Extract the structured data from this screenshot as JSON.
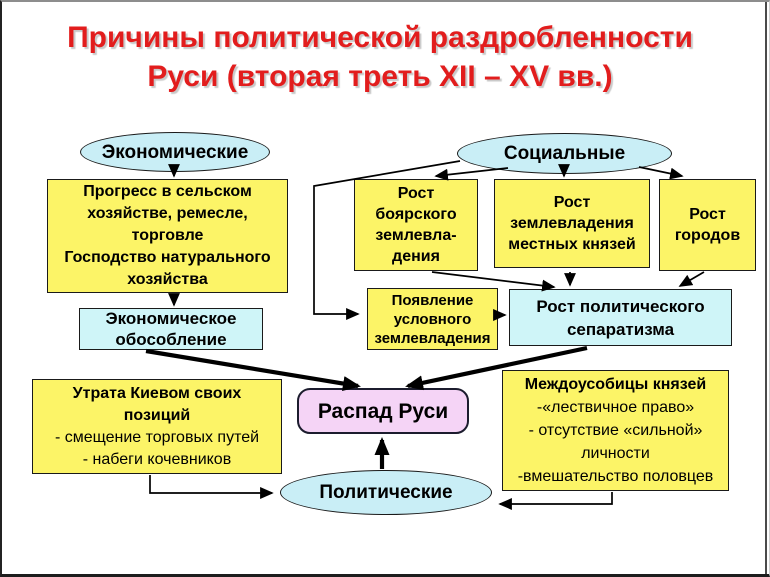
{
  "title": {
    "line1": "Причины политической раздробленности",
    "line2": "Руси (вторая треть XII – XV вв.)"
  },
  "categories": {
    "economic": "Экономические",
    "social": "Социальные",
    "political": "Политические"
  },
  "boxes": {
    "progress": {
      "lines": [
        "Прогресс в сельском хозяйстве, ремесле, торговле",
        "Господство натурального хозяйства"
      ]
    },
    "boyar_land": {
      "lines": [
        "Рост",
        "боярского",
        "землевла-",
        "дения"
      ]
    },
    "local_princes_land": {
      "lines": [
        "Рост",
        "землевладения",
        "местных князей"
      ]
    },
    "cities_growth": {
      "lines": [
        "Рост",
        "городов"
      ]
    },
    "economic_isolation": {
      "lines": [
        "Экономическое",
        "обособление"
      ]
    },
    "conditional_land": {
      "lines": [
        "Появление",
        "условного",
        "землевладения"
      ]
    },
    "political_separatism": {
      "lines": [
        "Рост политического",
        "сепаратизма"
      ]
    },
    "kiev_decline": {
      "heading": "Утрата Киевом своих позиций",
      "bullets": [
        "- смещение торговых путей",
        "- набеги кочевников"
      ]
    },
    "rus_collapse": {
      "label": "Распад Руси"
    },
    "princes_feuds": {
      "heading": "Междоусобицы князей",
      "bullets": [
        "-«лествичное право»",
        "- отсутствие «сильной» личности",
        "-вмешательство половцев"
      ]
    }
  },
  "colors": {
    "yellow": "#fcf467",
    "cyan_box": "#cff5f8",
    "ellipse_blue": "#c9eef6",
    "pink": "#f5d4f6",
    "title_red": "#e21d1d",
    "line_black": "#000000"
  }
}
